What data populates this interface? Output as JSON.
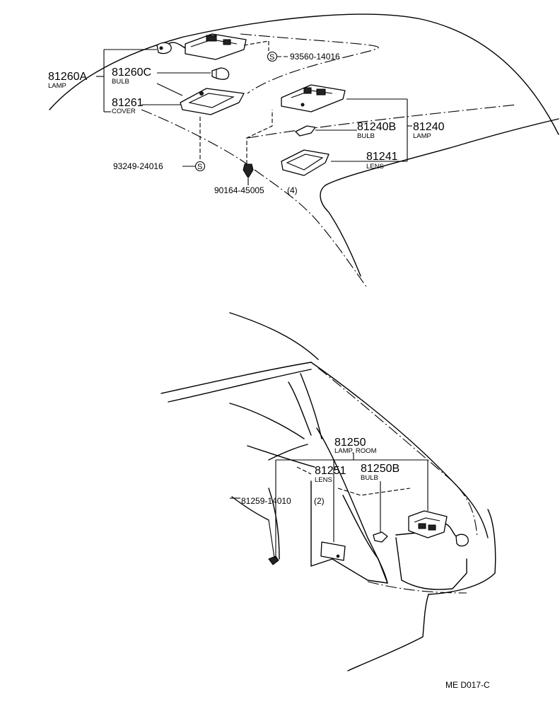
{
  "top_assembly": {
    "lamp_a": {
      "number": "81260A",
      "sub": "LAMP"
    },
    "bulb_c": {
      "number": "81260C",
      "sub": "BULB"
    },
    "cover": {
      "number": "81261",
      "sub": "COVER"
    },
    "screw_top": {
      "number": "93560-14016",
      "mark": "S"
    },
    "screw_left": {
      "number": "93249-24016",
      "mark": "S"
    },
    "clip": {
      "number": "90164-45005",
      "qty": "(4)"
    },
    "lamp": {
      "number": "81240",
      "sub": "LAMP"
    },
    "bulb_b": {
      "number": "81240B",
      "sub": "BULB"
    },
    "lens": {
      "number": "81241",
      "sub": "LENS"
    }
  },
  "bottom_assembly": {
    "room_lamp": {
      "number": "81250",
      "sub": "LAMP, ROOM"
    },
    "lens": {
      "number": "81251",
      "sub": "LENS"
    },
    "bulb": {
      "number": "81250B",
      "sub": "BULB"
    },
    "screw": {
      "number": "81259-14010",
      "qty": "(2)"
    }
  },
  "drawing_code": "ME D017-C"
}
